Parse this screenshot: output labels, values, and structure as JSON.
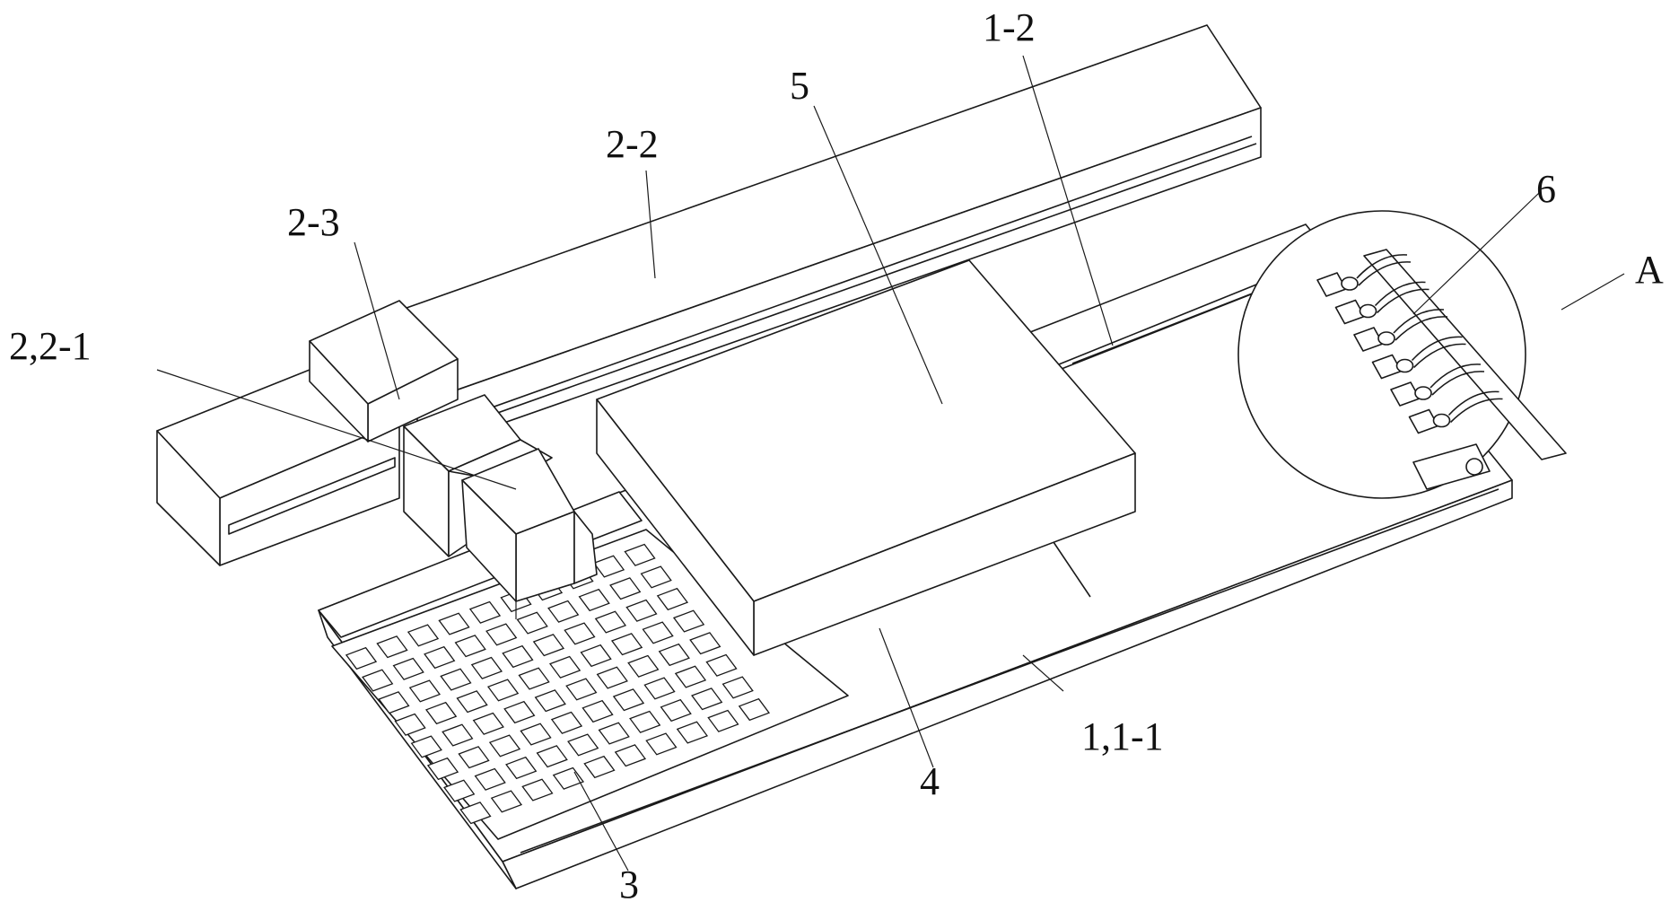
{
  "labels": {
    "l_1_2": "1-2",
    "l_5": "5",
    "l_2_2": "2-2",
    "l_6": "6",
    "l_2_3": "2-3",
    "l_A": "A",
    "l_2_21": "2,2-1",
    "l_1_11": "1,1-1",
    "l_4": "4",
    "l_3": "3"
  }
}
